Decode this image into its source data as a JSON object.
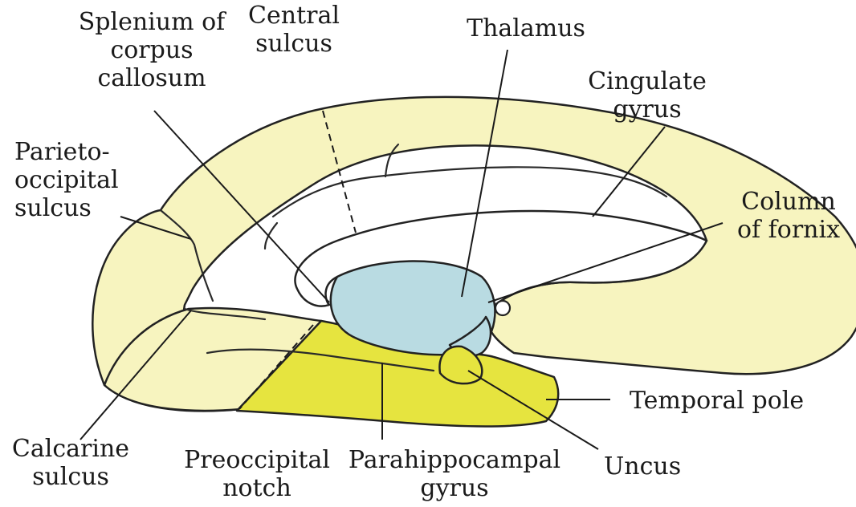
{
  "labels": {
    "splenium": [
      "Splenium of",
      "corpus",
      "callosum"
    ],
    "central_sulcus": [
      "Central",
      "sulcus"
    ],
    "thalamus": [
      "Thalamus"
    ],
    "cingulate_gyrus": [
      "Cingulate",
      "gyrus"
    ],
    "parieto_occipital_sulcus": [
      "Parieto-",
      "occipital",
      "sulcus"
    ],
    "column_of_fornix": [
      "Column",
      "of fornix"
    ],
    "temporal_pole": [
      "Temporal pole"
    ],
    "calcarine_sulcus": [
      "Calcarine",
      "sulcus"
    ],
    "preoccipital_notch": [
      "Preoccipital",
      "notch"
    ],
    "parahippocampal_gyrus": [
      "Parahippocampal",
      "gyrus"
    ],
    "uncus": [
      "Uncus"
    ]
  },
  "colors": {
    "cortex": "#f7f4bf",
    "parahippocampal": "#e6e43f",
    "thalamus": "#b9dbe2",
    "outline": "#222222",
    "text": "#1a1a1a"
  }
}
